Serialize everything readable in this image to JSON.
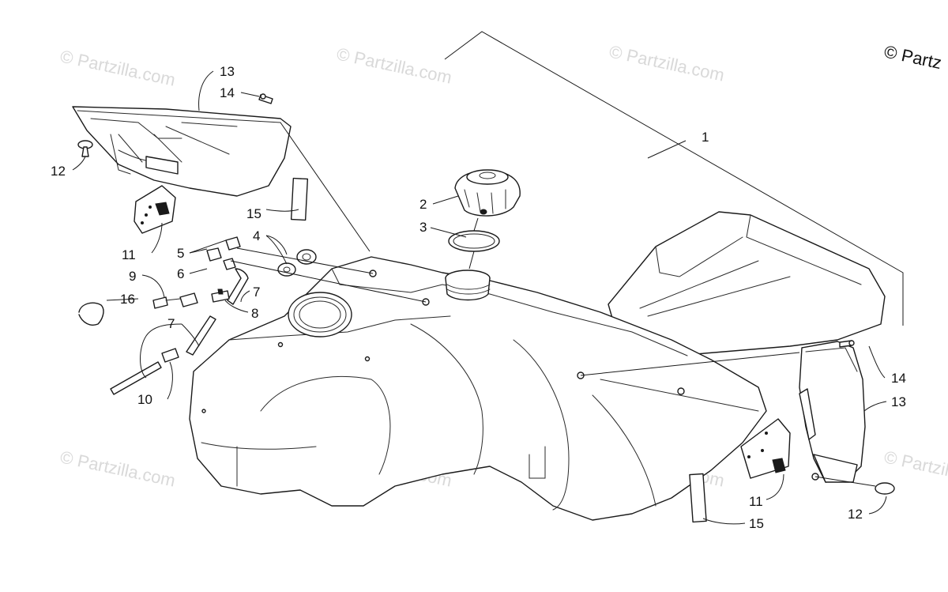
{
  "copyright": "© Partz",
  "watermark": "© Partzilla.com",
  "callouts": [
    {
      "id": "c1",
      "label": "1"
    },
    {
      "id": "c2",
      "label": "2"
    },
    {
      "id": "c3",
      "label": "3"
    },
    {
      "id": "c4",
      "label": "4"
    },
    {
      "id": "c5",
      "label": "5"
    },
    {
      "id": "c6",
      "label": "6"
    },
    {
      "id": "c7a",
      "label": "7"
    },
    {
      "id": "c7b",
      "label": "7"
    },
    {
      "id": "c8",
      "label": "8"
    },
    {
      "id": "c9",
      "label": "9"
    },
    {
      "id": "c10",
      "label": "10"
    },
    {
      "id": "c11a",
      "label": "11"
    },
    {
      "id": "c11b",
      "label": "11"
    },
    {
      "id": "c12a",
      "label": "12"
    },
    {
      "id": "c12b",
      "label": "12"
    },
    {
      "id": "c13a",
      "label": "13"
    },
    {
      "id": "c13b",
      "label": "13"
    },
    {
      "id": "c14a",
      "label": "14"
    },
    {
      "id": "c14b",
      "label": "14"
    },
    {
      "id": "c15a",
      "label": "15"
    },
    {
      "id": "c15b",
      "label": "15"
    },
    {
      "id": "c16",
      "label": "16"
    }
  ]
}
